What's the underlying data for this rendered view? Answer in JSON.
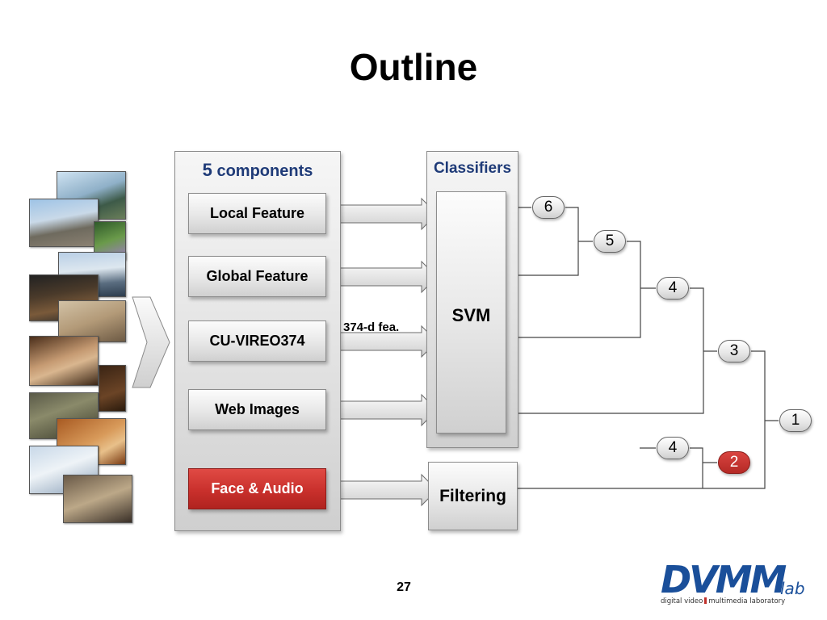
{
  "slide": {
    "title": "Outline",
    "page_number": "27"
  },
  "components_panel": {
    "heading_number": "5",
    "heading_text": "components",
    "items": [
      {
        "label": "Local Feature"
      },
      {
        "label": "Global Feature"
      },
      {
        "label": "CU-VIREO374"
      },
      {
        "label": "Web Images"
      },
      {
        "label": "Face & Audio"
      }
    ]
  },
  "feature_annotation": "374-d fea.",
  "classifiers_panel": {
    "heading": "Classifiers",
    "classifier_label": "SVM"
  },
  "filtering_label": "Filtering",
  "fusion_nodes": [
    "6",
    "5",
    "4",
    "3",
    "1",
    "4",
    "2"
  ],
  "logo": {
    "main": "DVMM",
    "suffix": "lab",
    "tagline_left": "digital video",
    "tagline_right": "multimedia laboratory"
  },
  "colors": {
    "heading_blue": "#1f3b78",
    "highlight_red": "#c9302c",
    "logo_blue": "#1a4f9a"
  }
}
